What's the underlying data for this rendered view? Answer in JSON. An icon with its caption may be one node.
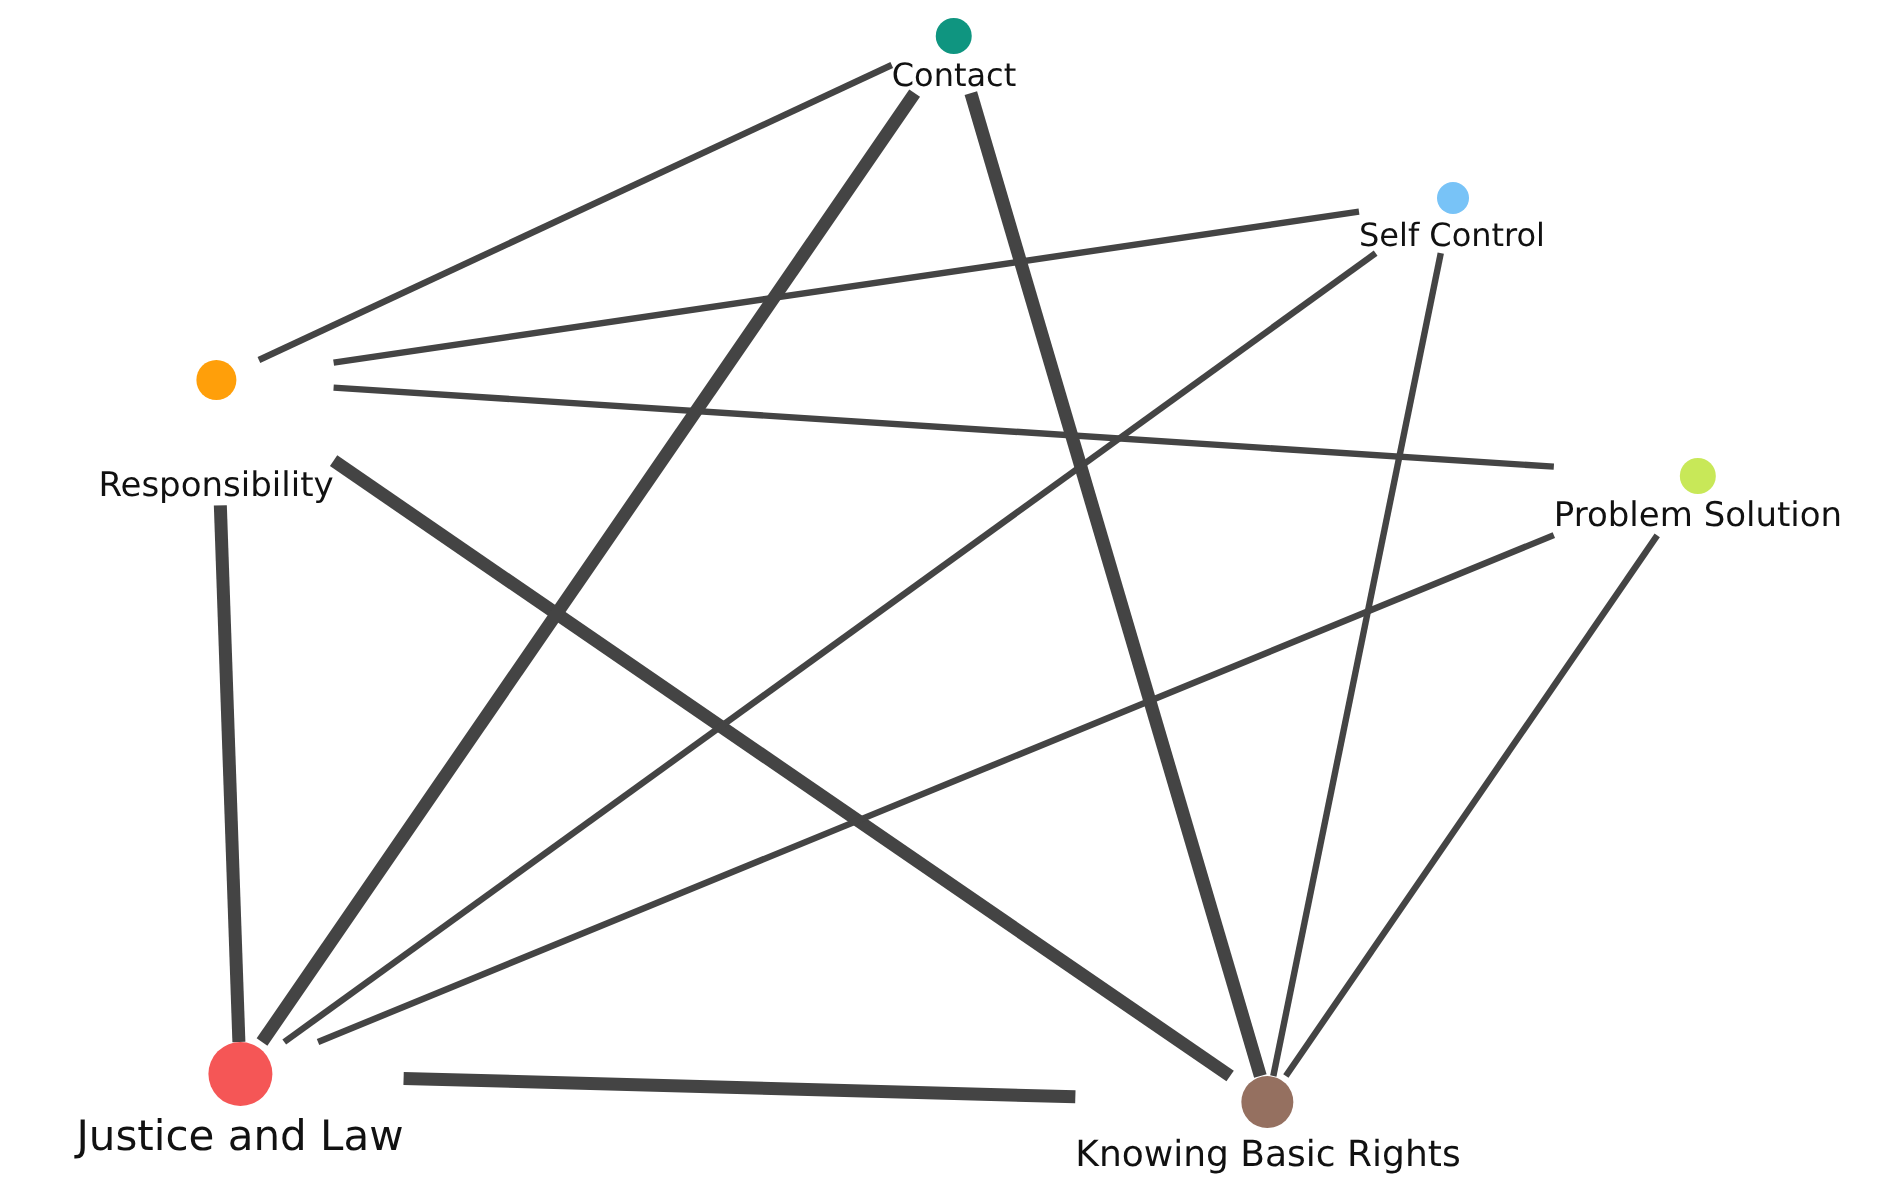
{
  "diagram": {
    "nodes": [
      {
        "text": [
          "Contact"
        ]
      },
      {
        "text": [
          "Self Control"
        ]
      },
      {
        "text": [
          "Responsibility"
        ]
      },
      {
        "text": [
          "Problem Solution"
        ]
      },
      {
        "text": [
          "Justice and Law"
        ]
      },
      {
        "text": [
          "Knowing Basic Rights"
        ]
      }
    ],
    "edges": [
      {
        "from": 2,
        "to": 0,
        "arrow": "none"
      },
      {
        "from": 2,
        "to": 1,
        "arrow": "none"
      },
      {
        "from": 2,
        "to": 3,
        "arrow": "none"
      },
      {
        "from": 2,
        "to": 4,
        "arrow": "none",
        "style": "thick"
      },
      {
        "from": 2,
        "to": 5,
        "arrow": "none",
        "style": "thick"
      },
      {
        "from": 0,
        "to": 4,
        "arrow": "none",
        "style": "thick"
      },
      {
        "from": 0,
        "to": 5,
        "arrow": "none",
        "style": "thick"
      },
      {
        "from": 1,
        "to": 4,
        "arrow": "none"
      },
      {
        "from": 1,
        "to": 5,
        "arrow": "none"
      },
      {
        "from": 3,
        "to": 4,
        "arrow": "none"
      },
      {
        "from": 3,
        "to": 5,
        "arrow": "none"
      },
      {
        "from": 4,
        "to": 5,
        "arrow": "none",
        "style": "thick"
      }
    ]
  }
}
